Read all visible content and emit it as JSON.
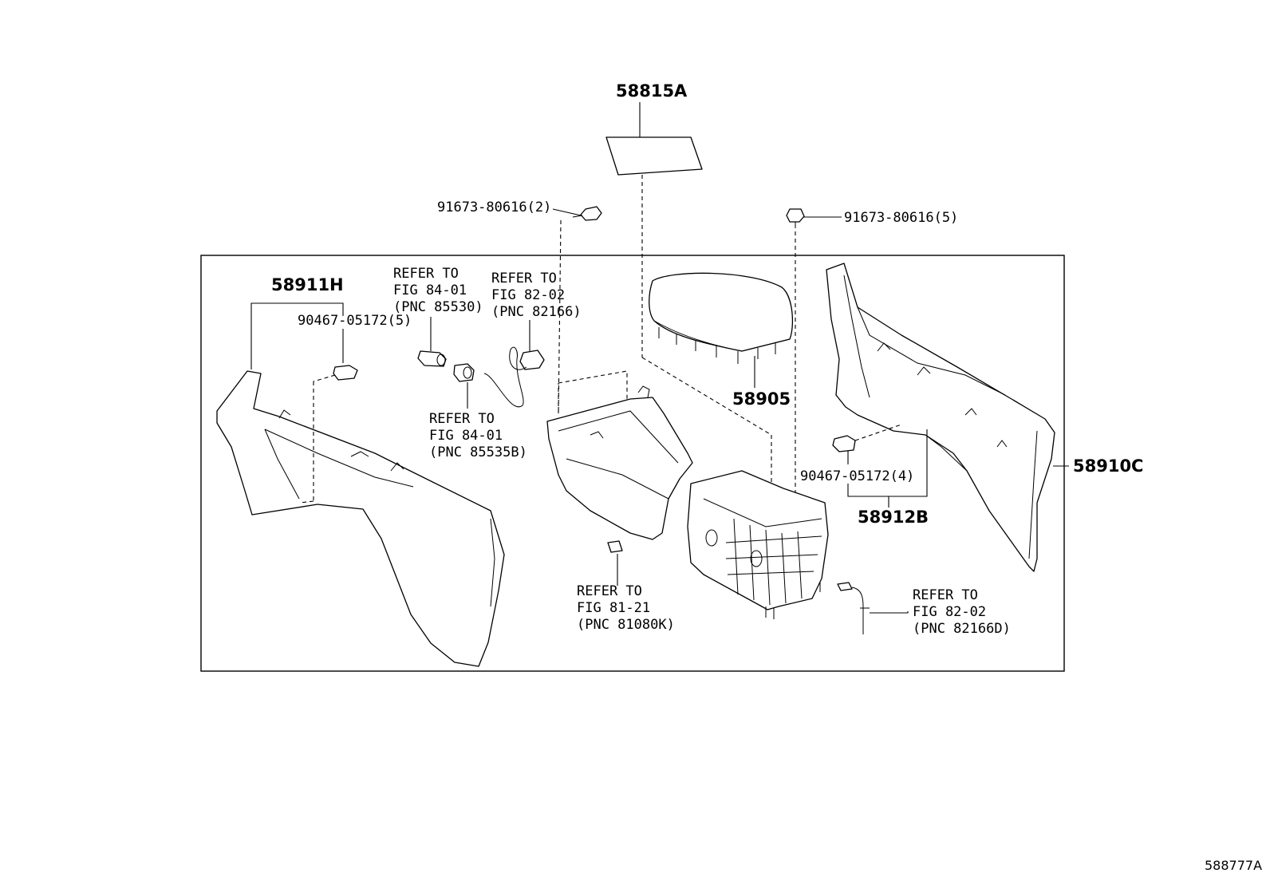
{
  "drawing_code": "588777A",
  "callouts": {
    "mat": "58815A",
    "bolt_left": "91673-80616(2)",
    "bolt_right": "91673-80616(5)",
    "panel_left": "58911H",
    "clip_left": "90467-05172(5)",
    "refer_socket_upper": [
      "REFER TO",
      "FIG 84-01",
      "(PNC 85530)"
    ],
    "refer_wire_upper": [
      "REFER TO",
      "FIG 82-02",
      "(PNC 82166)"
    ],
    "refer_socket_lower": [
      "REFER TO",
      "FIG 84-01",
      "(PNC 85535B)"
    ],
    "armrest": "58905",
    "panel_right": "58910C",
    "clip_right": "90467-05172(4)",
    "panel_right_sub": "58912B",
    "refer_bracket": [
      "REFER TO",
      "FIG 81-21",
      "(PNC 81080K)"
    ],
    "refer_wire_lower": [
      "REFER TO",
      "FIG 82-02",
      "(PNC 82166D)"
    ]
  }
}
